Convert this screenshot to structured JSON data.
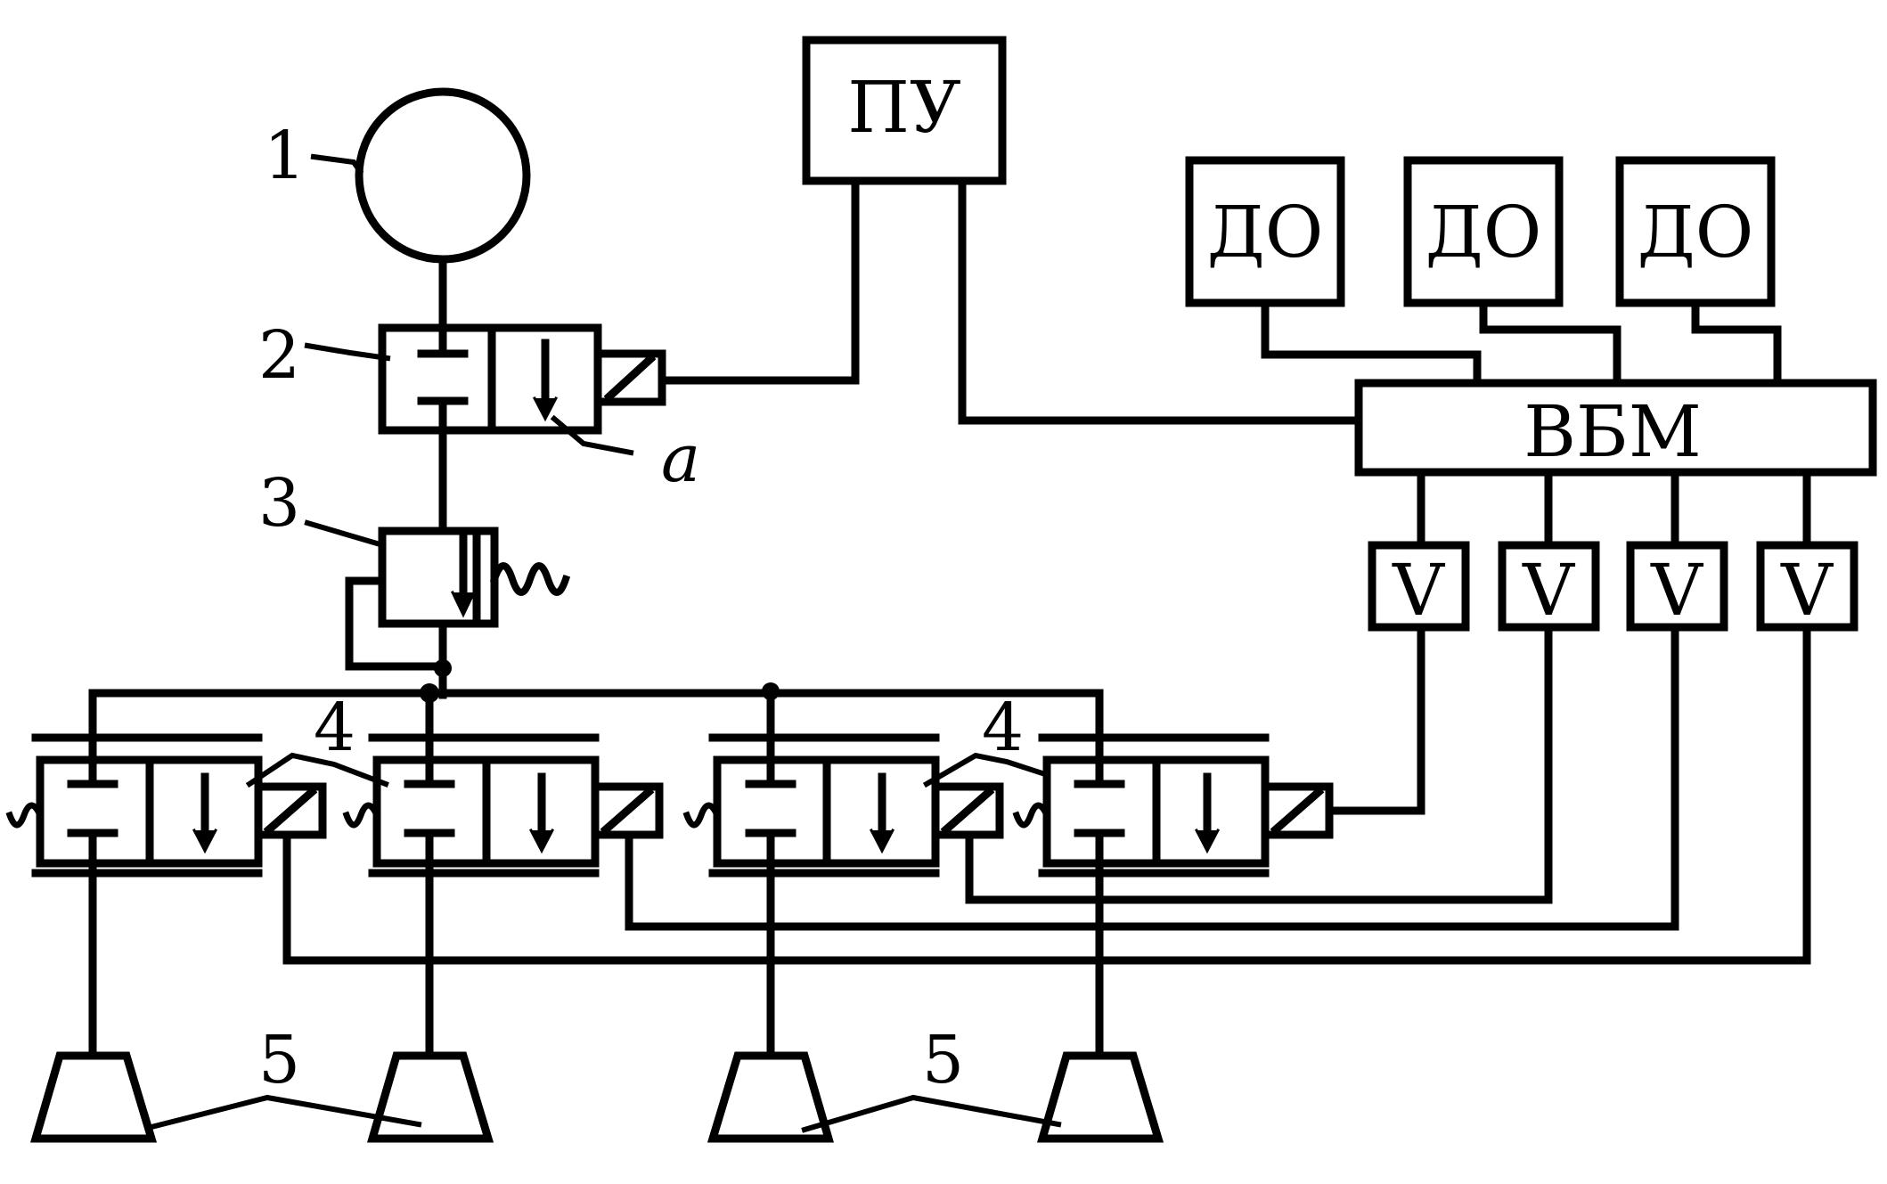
{
  "callouts": {
    "c1": "1",
    "c2": "2",
    "a": "a",
    "c3": "3",
    "c4": "4",
    "c5": "5"
  },
  "blocks": {
    "pu": "ПУ",
    "do": [
      "ДО",
      "ДО",
      "ДО"
    ],
    "vbm": "ВБМ",
    "amp_symbol": "V"
  }
}
